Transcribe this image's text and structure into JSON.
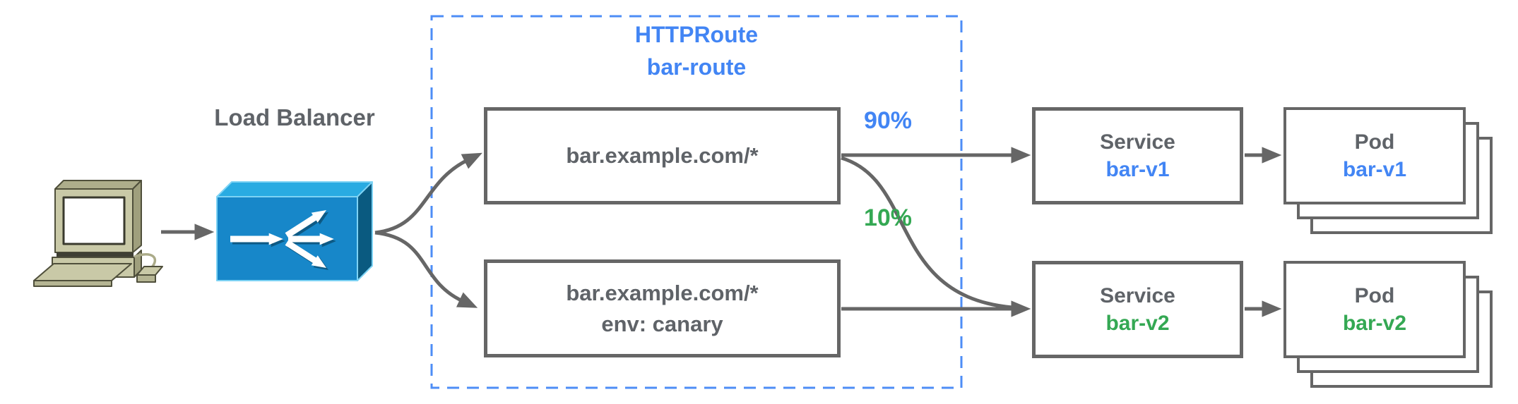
{
  "colors": {
    "blue": "#4285F4",
    "green": "#34A853",
    "text_gray": "#5F6368",
    "line_gray": "#666666",
    "dashed_blue": "#4D8DF6",
    "lb_front": "#1787C9",
    "lb_top": "#29ABE2",
    "lb_side": "#0A5A80"
  },
  "client": {
    "icon": "desktop-computer-icon"
  },
  "load_balancer": {
    "label": "Load Balancer",
    "icon": "load-balancer-icon"
  },
  "httproute": {
    "kind": "HTTPRoute",
    "name": "bar-route",
    "rules": [
      {
        "match": "bar.example.com/*"
      },
      {
        "match": "bar.example.com/*",
        "header": "env: canary"
      }
    ]
  },
  "weights": {
    "v1": "90%",
    "v2": "10%"
  },
  "services": [
    {
      "kind": "Service",
      "name": "bar-v1"
    },
    {
      "kind": "Service",
      "name": "bar-v2"
    }
  ],
  "pods": [
    {
      "kind": "Pod",
      "name": "bar-v1"
    },
    {
      "kind": "Pod",
      "name": "bar-v2"
    }
  ]
}
